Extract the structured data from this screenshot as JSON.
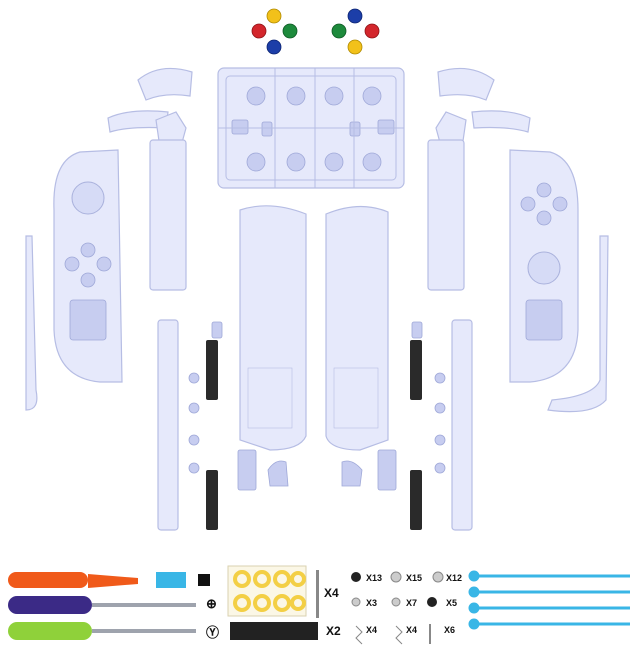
{
  "image": {
    "kind": "product-photo",
    "subject": "clear translucent controller replacement shell kit with buttons and tools",
    "colors": {
      "background": "#ffffff",
      "shell_fill": "#e6e9fb",
      "shell_stroke": "#b6bde4",
      "button_red": "#d3262c",
      "button_yellow": "#f2c11a",
      "button_green": "#1d8a3c",
      "button_blue": "#1c3ea8",
      "tool_orange": "#f05a1a",
      "tool_purple": "#3b2a86",
      "tool_green": "#8fd13a",
      "foam_black": "#222222",
      "pad_yellow": "#f3cf45",
      "strap_cyan": "#39b6e6"
    }
  },
  "accessory_labels": {
    "screws_a": "X13",
    "screws_b": "X15",
    "screws_c": "X12",
    "screws_d": "X3",
    "screws_e": "X7",
    "screws_f": "X5",
    "springs_a": "X4",
    "springs_b": "X4",
    "pins": "X6",
    "pads": "X4",
    "foam": "X2"
  },
  "tool_glyphs": {
    "cross_bit": "⊕",
    "tri_bit": "Ⓨ"
  }
}
